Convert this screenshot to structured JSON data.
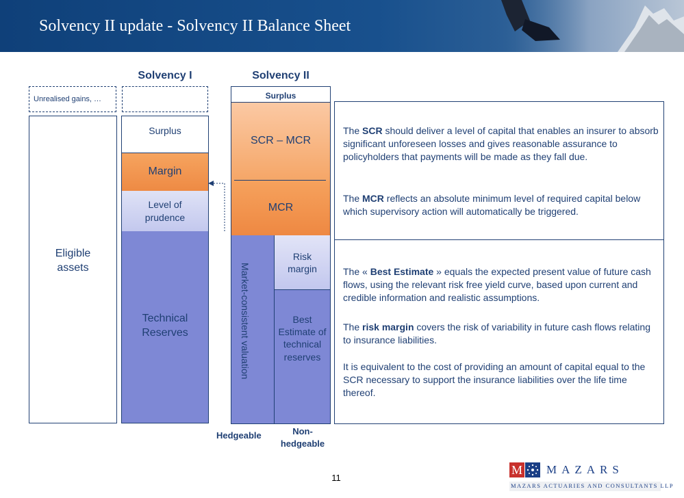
{
  "header": {
    "title": "Solvency II update - Solvency II Balance Sheet"
  },
  "columns": {
    "solvency1": "Solvency I",
    "solvency2": "Solvency II"
  },
  "left": {
    "unrealised": "Unrealised gains, …",
    "eligible": "Eligible assets"
  },
  "s1": {
    "surplus": "Surplus",
    "margin": "Margin",
    "prudence": "Level of prudence",
    "technical": "Technical Reserves"
  },
  "s2": {
    "surplus": "Surplus",
    "scr_mcr": "SCR – MCR",
    "mcr": "MCR",
    "market_consistent": "Market-consistent valuation",
    "risk_margin": "Risk margin",
    "best_estimate": "Best Estimate of technical reserves"
  },
  "bottom": {
    "hedgeable": "Hedgeable",
    "non_hedgeable": "Non-hedgeable"
  },
  "panel_top": {
    "p1_a": "The ",
    "p1_b": "SCR",
    "p1_c": " should deliver a level of capital that enables an insurer to absorb significant unforeseen losses and gives reasonable assurance to policyholders that payments will be made as they fall due.",
    "p2_a": "The ",
    "p2_b": "MCR",
    "p2_c": " reflects an absolute minimum level of required capital below which supervisory action will automatically be triggered."
  },
  "panel_bottom": {
    "p1_a": "The « ",
    "p1_b": "Best Estimate",
    "p1_c": " » equals the expected present value of future cash flows, using the relevant risk free yield curve, based upon current and credible information and realistic assumptions.",
    "p2_a": "The ",
    "p2_b": "risk margin",
    "p2_c": " covers the risk of variability in future cash flows relating to insurance liabilities.",
    "p3": "It is equivalent to the cost of providing an amount of capital equal to the SCR necessary to support the insurance liabilities over the life time thereof."
  },
  "footer": {
    "page": "11",
    "logo_letter": "M",
    "logo_name": "MAZARS",
    "logo_sub": "MAZARS ACTUARIES AND CONSULTANTS LLP"
  },
  "colors": {
    "header": "#0f4079",
    "orange": "#f08f4a",
    "periwinkle": "#7b86d6",
    "light_periwinkle": "#c9cdf0",
    "text": "#1f3f73"
  }
}
